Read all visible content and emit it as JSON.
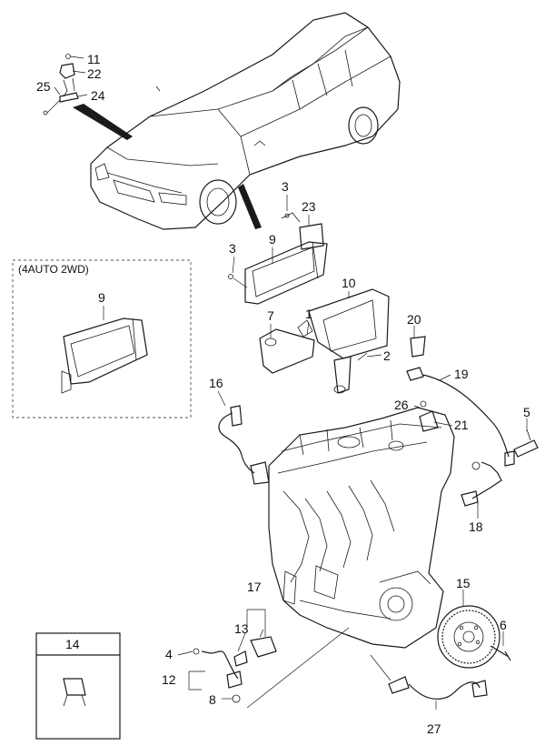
{
  "labels": {
    "p1": "1",
    "p2": "2",
    "p3a": "3",
    "p3b": "3",
    "p4": "4",
    "p5": "5",
    "p6": "6",
    "p7": "7",
    "p8": "8",
    "p9a": "9",
    "p9b": "9",
    "p10": "10",
    "p11": "11",
    "p12": "12",
    "p13": "13",
    "p14": "14",
    "p15": "15",
    "p16": "16",
    "p17": "17",
    "p18": "18",
    "p19": "19",
    "p20": "20",
    "p21": "21",
    "p22": "22",
    "p23": "23",
    "p24": "24",
    "p25": "25",
    "p26": "26",
    "p27": "27"
  },
  "variant_caption": "(4AUTO 2WD)"
}
